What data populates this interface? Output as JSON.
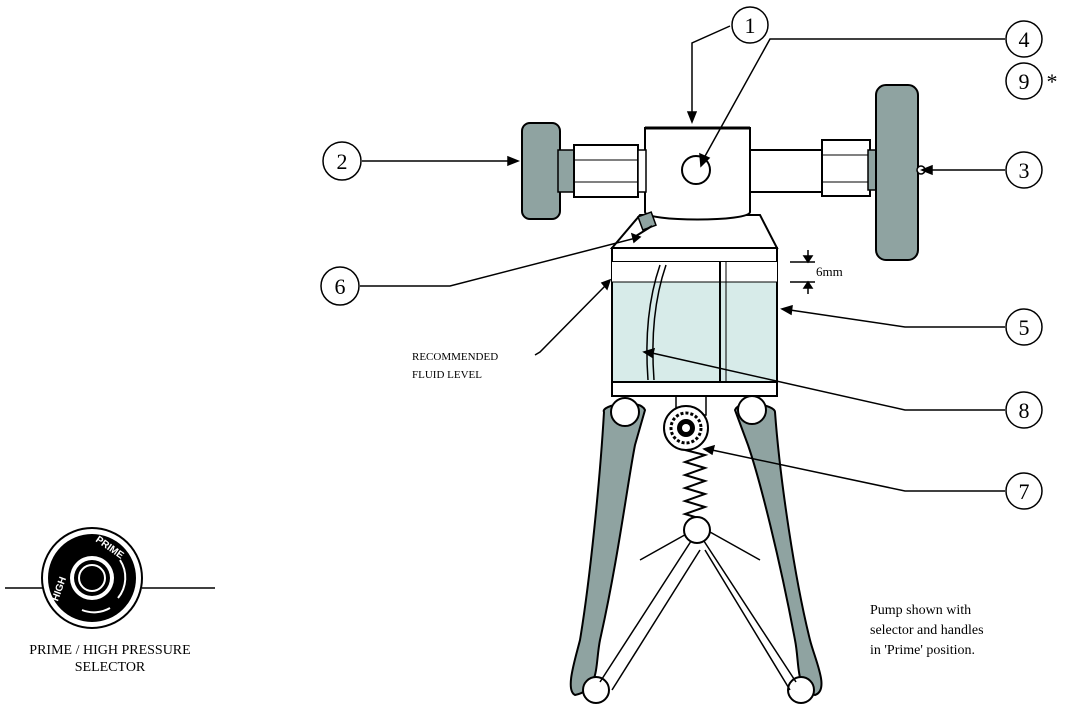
{
  "callouts": {
    "c1": "1",
    "c2": "2",
    "c3": "3",
    "c4": "4",
    "c5": "5",
    "c6": "6",
    "c7": "7",
    "c8": "8",
    "c9": "9",
    "asterisk": "*"
  },
  "dimension": {
    "label": "6mm"
  },
  "fluid_level": {
    "line1": "RECOMMENDED",
    "line2": "FLUID LEVEL"
  },
  "selector": {
    "line1": "PRIME / HIGH PRESSURE",
    "line2": "SELECTOR",
    "dial_prime": "PRIME",
    "dial_high": "HIGH"
  },
  "note": {
    "line1": "Pump shown with",
    "line2": "selector and handles",
    "line3": "in 'Prime' position."
  },
  "colors": {
    "grey_green": "#8fa3a1",
    "glass": "#d7ebe9",
    "outline": "#000000"
  }
}
